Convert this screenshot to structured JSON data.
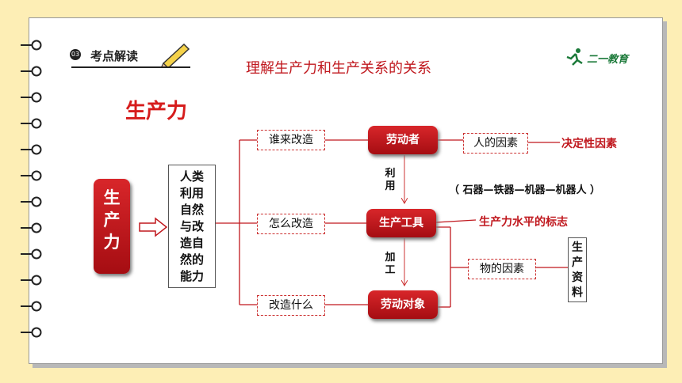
{
  "header": {
    "number": "03",
    "label": "考点解读"
  },
  "page_title": "理解生产力和生产关系的关系",
  "logo": {
    "text": "二一教育"
  },
  "section_title": "生产力",
  "left_box": {
    "chars": [
      "生",
      "产",
      "力"
    ]
  },
  "ability_box": {
    "lines": [
      "人类",
      "利用",
      "自然",
      "与改",
      "造自",
      "然的",
      "能力"
    ]
  },
  "questions": {
    "who": "谁来改造",
    "how": "怎么改造",
    "what": "改造什么"
  },
  "nodes": {
    "worker": "劳动者",
    "tool": "生产工具",
    "object": "劳动对象"
  },
  "links": {
    "use": [
      "利",
      "用"
    ],
    "process": [
      "加",
      "工"
    ]
  },
  "factors": {
    "human": "人的因素",
    "material": "物的因素"
  },
  "notes": {
    "decisive": "决定性因素",
    "tools_chain": "（ 石器—铁器—机器—机器人 ）",
    "level_mark": "生产力水平的标志"
  },
  "means_box": {
    "chars": [
      "生",
      "产",
      "资",
      "料"
    ]
  },
  "colors": {
    "red": "#c0181e",
    "background": "#fdeeb5"
  }
}
